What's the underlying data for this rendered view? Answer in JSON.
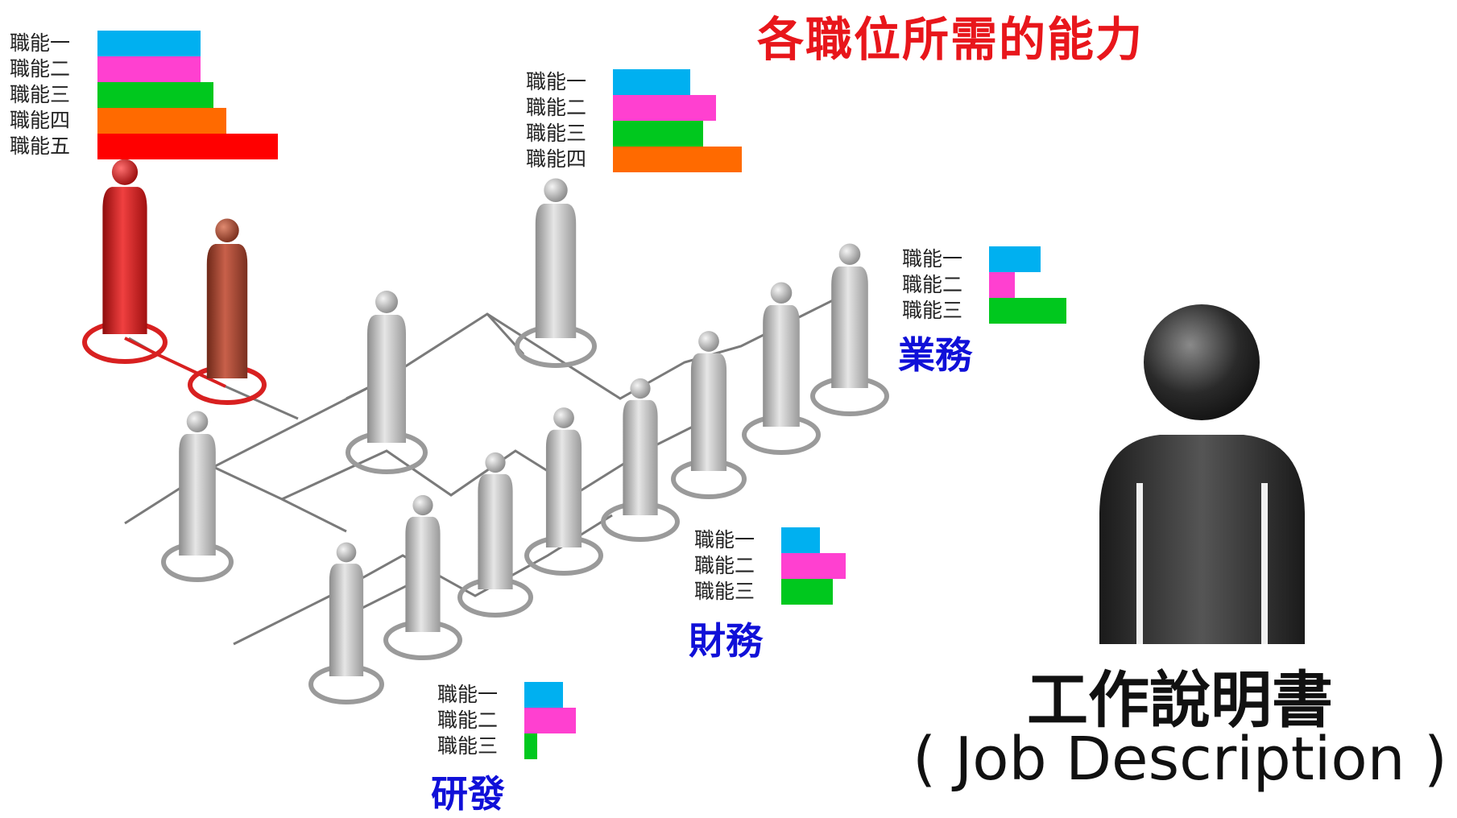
{
  "title": "各職位所需的能力",
  "colors": {
    "title": "#e8161b",
    "group_label": "#1010d8",
    "series": [
      "#00b0f0",
      "#ff40d0",
      "#00c81e",
      "#ff6a00",
      "#ff0000"
    ],
    "leader": "#d01818",
    "leader2": "#a43a26",
    "person": "#c8c8c8",
    "jd_person": "#333333"
  },
  "groups": [
    {
      "name": "",
      "bars": [
        {
          "label": "職能一",
          "value": 4
        },
        {
          "label": "職能二",
          "value": 4
        },
        {
          "label": "職能三",
          "value": 4.5
        },
        {
          "label": "職能四",
          "value": 5
        },
        {
          "label": "職能五",
          "value": 7
        }
      ]
    },
    {
      "name": "",
      "bars": [
        {
          "label": "職能一",
          "value": 3
        },
        {
          "label": "職能二",
          "value": 4
        },
        {
          "label": "職能三",
          "value": 3.5
        },
        {
          "label": "職能四",
          "value": 5
        }
      ]
    },
    {
      "name": "業務",
      "bars": [
        {
          "label": "職能一",
          "value": 2
        },
        {
          "label": "職能二",
          "value": 1
        },
        {
          "label": "職能三",
          "value": 3
        }
      ]
    },
    {
      "name": "財務",
      "bars": [
        {
          "label": "職能一",
          "value": 1.5
        },
        {
          "label": "職能二",
          "value": 2.5
        },
        {
          "label": "職能三",
          "value": 2
        }
      ]
    },
    {
      "name": "研發",
      "bars": [
        {
          "label": "職能一",
          "value": 1.5
        },
        {
          "label": "職能二",
          "value": 2
        },
        {
          "label": "職能三",
          "value": 0.5
        }
      ]
    }
  ],
  "job_description": {
    "title": "工作說明書",
    "subtitle": "( Job Description )"
  }
}
